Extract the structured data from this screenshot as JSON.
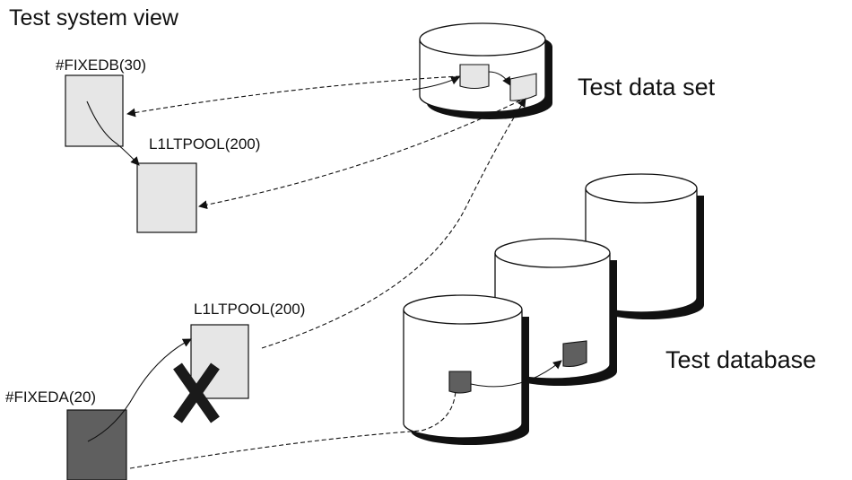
{
  "title": "Test system view",
  "labels": {
    "fixedb": "#FIXEDB(30)",
    "l1ltpool_top": "L1LTPOOL(200)",
    "l1ltpool_bottom": "L1LTPOOL(200)",
    "fixeda": "#FIXEDA(20)",
    "test_data_set": "Test data set",
    "test_database": "Test database"
  },
  "colors": {
    "light_page": "#e6e6e6",
    "dark_page": "#5f5f5f",
    "stroke": "#111111",
    "shadow": "#111111",
    "cross": "#1a1a1a"
  },
  "icons": {
    "delete_mark": "x-cross-icon"
  }
}
